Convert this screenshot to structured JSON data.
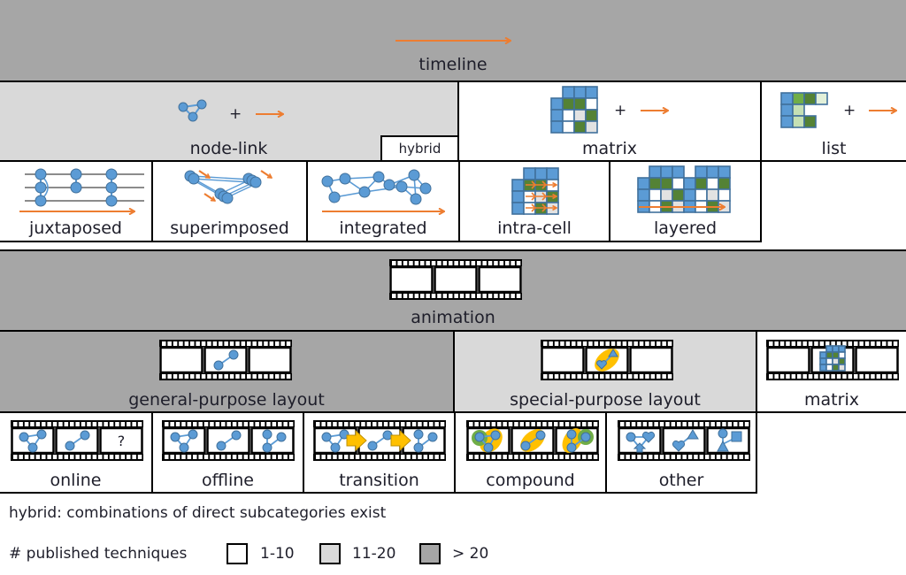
{
  "colors": {
    "many": "#a6a6a6",
    "medium": "#d9d9d9",
    "few": "#ffffff",
    "node_blue": "#5b9bd5",
    "node_stroke": "#41719c",
    "arrow_orange": "#ed7d31",
    "matrix_green": "#548235",
    "highlight_yellow": "#ffc000",
    "group_green": "#70ad47"
  },
  "timeline": {
    "root": {
      "label": "timeline",
      "count_class": "> 20"
    },
    "level2": [
      {
        "label": "node-link",
        "count_class": "11-20",
        "badge": "hybrid"
      },
      {
        "label": "matrix",
        "count_class": "1-10"
      },
      {
        "label": "list",
        "count_class": "1-10"
      }
    ],
    "level3": [
      {
        "label": "juxtaposed",
        "count_class": "1-10"
      },
      {
        "label": "superimposed",
        "count_class": "1-10"
      },
      {
        "label": "integrated",
        "count_class": "1-10"
      },
      {
        "label": "intra-cell",
        "count_class": "1-10"
      },
      {
        "label": "layered",
        "count_class": "1-10"
      }
    ]
  },
  "animation": {
    "root": {
      "label": "animation",
      "count_class": "> 20"
    },
    "level2": [
      {
        "label": "general-purpose layout",
        "count_class": "> 20"
      },
      {
        "label": "special-purpose layout",
        "count_class": "11-20"
      },
      {
        "label": "matrix",
        "count_class": "1-10"
      }
    ],
    "level3": [
      {
        "label": "online",
        "count_class": "1-10",
        "frame3_text": "?"
      },
      {
        "label": "offline",
        "count_class": "1-10"
      },
      {
        "label": "transition",
        "count_class": "1-10"
      },
      {
        "label": "compound",
        "count_class": "1-10"
      },
      {
        "label": "other",
        "count_class": "1-10"
      }
    ]
  },
  "icons": {
    "plus": "+"
  },
  "legend": {
    "hybrid_note": "hybrid: combinations of direct subcategories exist",
    "title": "# published techniques",
    "items": [
      {
        "label": "1-10",
        "color_key": "few"
      },
      {
        "label": "11-20",
        "color_key": "medium"
      },
      {
        "label": "> 20",
        "color_key": "many"
      }
    ]
  }
}
